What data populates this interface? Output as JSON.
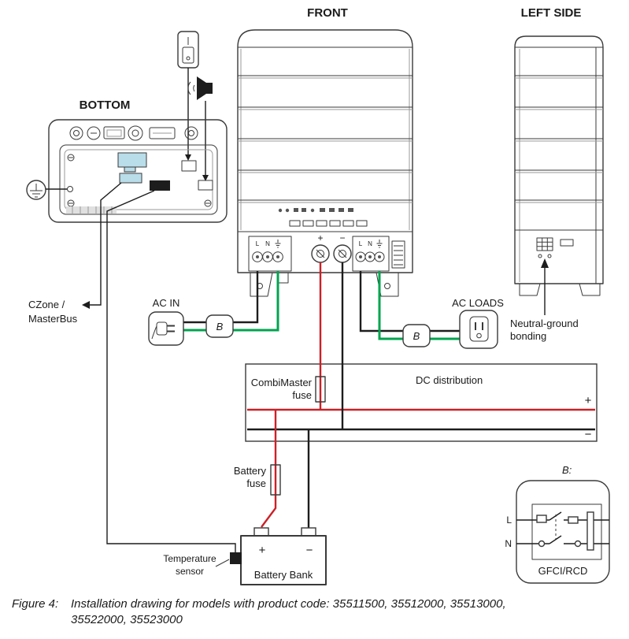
{
  "figure": {
    "views": {
      "front": "FRONT",
      "left_side": "LEFT SIDE",
      "bottom": "BOTTOM"
    },
    "labels": {
      "czone": [
        "CZone /",
        "MasterBus"
      ],
      "ac_in": "AC IN",
      "ac_loads": "AC LOADS",
      "b": "B",
      "b_detail": "B:",
      "neutral_ground": [
        "Neutral-ground",
        "bonding"
      ],
      "combimaster_fuse": [
        "CombiMaster",
        "fuse"
      ],
      "dc_distribution": "DC distribution",
      "plus": "+",
      "minus": "−",
      "battery_fuse": [
        "Battery",
        "fuse"
      ],
      "battery_bank": "Battery Bank",
      "temperature_sensor": [
        "Temperature",
        "sensor"
      ],
      "gfci": "GFCI/RCD",
      "line": "L",
      "neutral": "N"
    },
    "caption": {
      "prefix": "Figure 4:",
      "line1": "Installation drawing for models with product code: 35511500, 35512000, 35513000,",
      "line2": "35522000, 35523000"
    },
    "colors": {
      "wire_red": "#cb2128",
      "wire_green": "#00a44f",
      "wire_black": "#1d1d1d",
      "connector_blue": "#b9dde9",
      "outline": "#3a3a3a"
    }
  }
}
